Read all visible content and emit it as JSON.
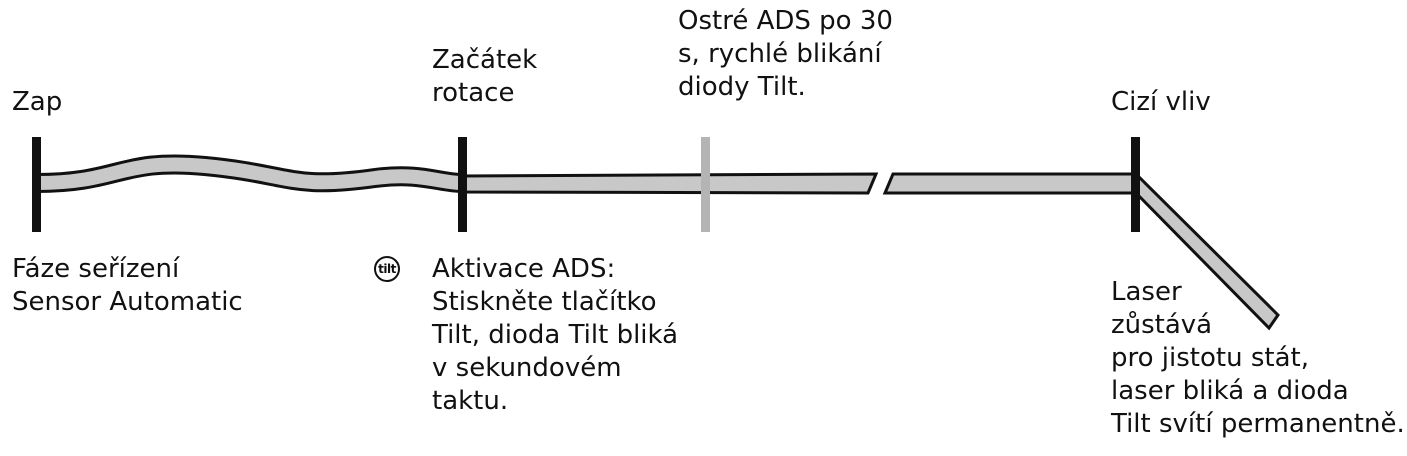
{
  "labels": {
    "zap": "Zap",
    "zacatek": [
      "Začátek",
      "rotace"
    ],
    "ostre": [
      "Ostré ADS po 30",
      "s, rychlé blikání",
      "diody Tilt."
    ],
    "cizi": "Cizí vliv",
    "faze": [
      "Fáze seřízení",
      "Sensor Automatic"
    ],
    "aktivace": [
      "Aktivace ADS:",
      "Stiskněte tlačítko",
      "Tilt, dioda Tilt bliká",
      "v sekundovém",
      "taktu."
    ],
    "laser": [
      "Laser",
      "zůstává",
      "pro jistotu stát,",
      "laser bliká a dioda",
      "Tilt svítí permanentně."
    ]
  },
  "tilt_icon": {
    "icon": "tilt-button-icon",
    "text": "tilt"
  },
  "colors": {
    "band_fill": "#c8c8c8",
    "band_stroke": "#111111",
    "marker": "#111111",
    "marker_light": "#b4b4b4"
  }
}
